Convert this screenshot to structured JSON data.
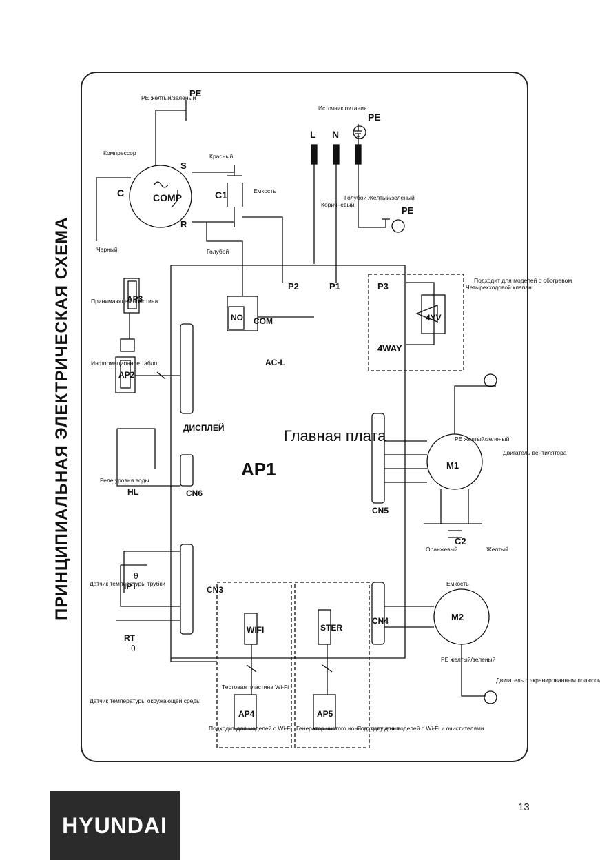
{
  "page_title": "ПРИНЦИПИАЛЬНАЯ ЭЛЕКТРИЧЕСКАЯ СХЕМА",
  "page_number": "13",
  "brand": "HYUNDAI",
  "board": {
    "id": "AP1",
    "name": "Главная плата"
  },
  "connectors": {
    "cn3": "CN3",
    "cn6": "CN6",
    "cn5": "CN5",
    "cn4": "CN4",
    "display": "ДИСПЛЕЙ"
  },
  "compressor": {
    "comp": "COMP",
    "c": "C",
    "s": "S",
    "r": "R",
    "c1": "C1",
    "label": "Компрессор",
    "pe_wire": "PE желтый/зеленый",
    "black": "Черный",
    "red": "Красный",
    "blue": "Голубой",
    "capacity": "Емкость"
  },
  "power": {
    "l": "L",
    "n": "N",
    "pe": "PE",
    "source": "Источник питания",
    "brown": "Коричневый",
    "blue": "Голубой",
    "yg": "Желтый/зеленый"
  },
  "relay": {
    "no": "NO",
    "com": "COM",
    "acl": "AC-L",
    "p1": "P1",
    "p2": "P2",
    "p3": "P3"
  },
  "valve": {
    "way": "4WAY",
    "yv": "4YV",
    "name": "Четырехходовой клапан",
    "note": "Подходит для моделей с обогревом"
  },
  "fan": {
    "m1": "M1",
    "pe": "PE желтый/зеленый",
    "name": "Двигатель вентилятора",
    "c2": "C2",
    "orange": "Оранжевый",
    "capacity": "Емкость",
    "yellow": "Желтый"
  },
  "motor2": {
    "m2": "M2",
    "pe": "PE желтый/зеленый",
    "name": "Двигатель с экранированным полюсом"
  },
  "sensors": {
    "rt": "RT",
    "rt_theta": "θ",
    "rt_label": "Датчик температуры окружающей среды",
    "ipt": "IPT",
    "ipt_theta": "θ",
    "ipt_label": "Датчик температуры трубки",
    "hl": "HL",
    "hl_label": "Реле уровня воды"
  },
  "display_parts": {
    "ap2": "AP2",
    "ap2_label": "Информационное табло",
    "ap3": "AP3",
    "ap3_label": "Принимающая пластина"
  },
  "wifi": {
    "chip": "WIFI",
    "ap4": "AP4",
    "board": "Тестовая пластина Wi-Fi",
    "note": "Подходит для моделей с Wi-Fi"
  },
  "ster": {
    "chip": "STER",
    "ap5": "AP5",
    "gen": "Генератор чистого ионного излучения",
    "note": "Подходит для моделей с Wi-Fi и очистителями"
  }
}
